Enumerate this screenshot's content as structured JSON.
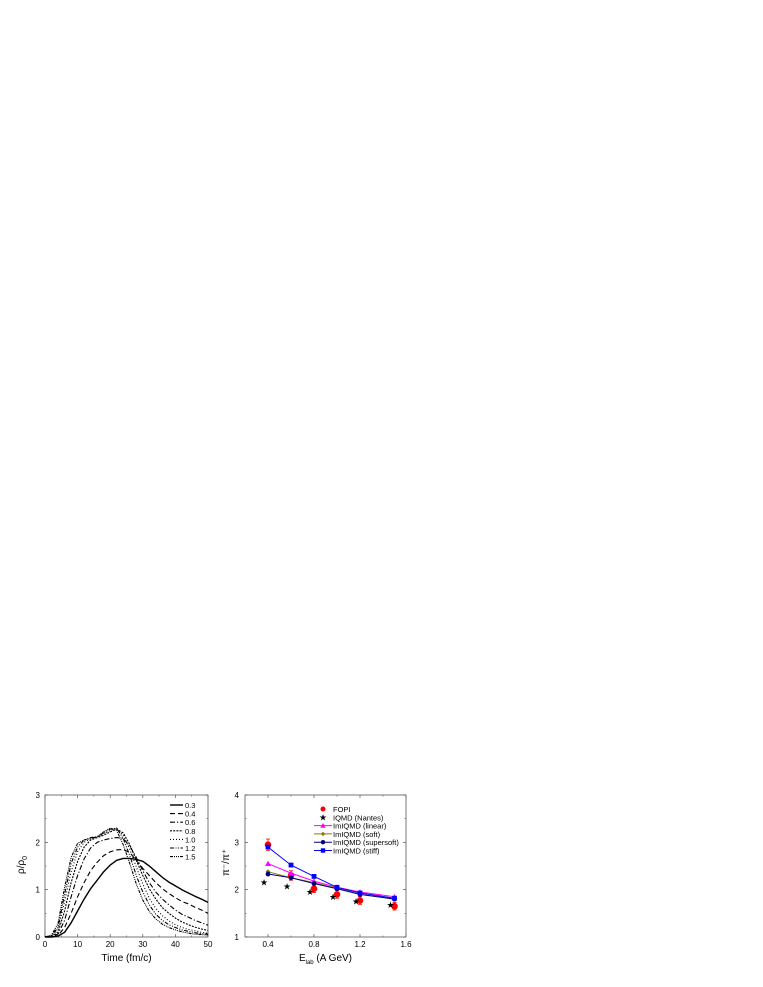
{
  "chart_data": [
    {
      "type": "line",
      "title": "",
      "xlabel": "Time (fm/c)",
      "ylabel": "ρ/ρ0",
      "xlim": [
        0,
        50
      ],
      "ylim": [
        0,
        3
      ],
      "xticks": [
        "0",
        "10",
        "20",
        "30",
        "40",
        "50"
      ],
      "yticks": [
        "0",
        "1",
        "2",
        "3"
      ],
      "grid": false,
      "legend_position": "upper right",
      "x": [
        0,
        2,
        4,
        6,
        8,
        10,
        12,
        14,
        16,
        18,
        20,
        22,
        24,
        26,
        28,
        30,
        32,
        34,
        36,
        38,
        40,
        42,
        44,
        46,
        48,
        50
      ],
      "series": [
        {
          "name": "0.3",
          "style": "solid",
          "values": [
            0,
            0,
            0.02,
            0.1,
            0.3,
            0.55,
            0.8,
            1.02,
            1.2,
            1.38,
            1.52,
            1.62,
            1.66,
            1.66,
            1.64,
            1.6,
            1.5,
            1.38,
            1.26,
            1.16,
            1.08,
            1.0,
            0.93,
            0.86,
            0.8,
            0.73
          ]
        },
        {
          "name": "0.4",
          "style": "dash",
          "values": [
            0,
            0,
            0.03,
            0.2,
            0.5,
            0.85,
            1.15,
            1.4,
            1.58,
            1.72,
            1.8,
            1.84,
            1.85,
            1.78,
            1.62,
            1.45,
            1.3,
            1.15,
            1.02,
            0.92,
            0.83,
            0.75,
            0.7,
            0.63,
            0.57,
            0.5
          ]
        },
        {
          "name": "0.6",
          "style": "dash-dot",
          "values": [
            0,
            0.01,
            0.06,
            0.35,
            0.85,
            1.3,
            1.65,
            1.88,
            2.0,
            2.05,
            2.08,
            2.1,
            2.08,
            1.92,
            1.68,
            1.4,
            1.15,
            0.95,
            0.8,
            0.68,
            0.57,
            0.48,
            0.42,
            0.35,
            0.3,
            0.25
          ]
        },
        {
          "name": "0.8",
          "style": "short-dash",
          "values": [
            0,
            0.01,
            0.1,
            0.55,
            1.15,
            1.6,
            1.9,
            2.05,
            2.1,
            2.15,
            2.22,
            2.28,
            2.2,
            1.95,
            1.62,
            1.3,
            1.02,
            0.8,
            0.62,
            0.5,
            0.4,
            0.32,
            0.26,
            0.21,
            0.17,
            0.14
          ]
        },
        {
          "name": "1.0",
          "style": "dotted",
          "values": [
            0,
            0.02,
            0.15,
            0.75,
            1.38,
            1.8,
            2.0,
            2.08,
            2.12,
            2.18,
            2.25,
            2.3,
            2.15,
            1.85,
            1.48,
            1.12,
            0.82,
            0.6,
            0.45,
            0.34,
            0.26,
            0.2,
            0.16,
            0.13,
            0.1,
            0.08
          ]
        },
        {
          "name": "1.2",
          "style": "dash-dot-dot",
          "values": [
            0,
            0.03,
            0.2,
            0.9,
            1.55,
            1.9,
            2.05,
            2.1,
            2.12,
            2.2,
            2.28,
            2.3,
            2.08,
            1.72,
            1.3,
            0.95,
            0.68,
            0.48,
            0.35,
            0.26,
            0.2,
            0.15,
            0.12,
            0.09,
            0.07,
            0.06
          ]
        },
        {
          "name": "1.5",
          "style": "dash-dot-dot-dot",
          "values": [
            0,
            0.04,
            0.28,
            1.05,
            1.68,
            1.98,
            2.05,
            2.08,
            2.12,
            2.22,
            2.3,
            2.25,
            1.95,
            1.55,
            1.12,
            0.78,
            0.54,
            0.38,
            0.27,
            0.2,
            0.15,
            0.11,
            0.08,
            0.06,
            0.05,
            0.04
          ]
        }
      ]
    },
    {
      "type": "line",
      "title": "",
      "xlabel": "E_lab (A GeV)",
      "ylabel": "π⁻/π⁺",
      "xlim": [
        0.2,
        1.6
      ],
      "ylim": [
        1,
        4
      ],
      "xticks": [
        "0.4",
        "0.8",
        "1.2",
        "1.6"
      ],
      "yticks": [
        "1",
        "2",
        "3",
        "4"
      ],
      "grid": false,
      "legend_position": "upper right",
      "x": [
        0.4,
        0.6,
        0.8,
        1.0,
        1.2,
        1.5
      ],
      "series": [
        {
          "name": "FOPI",
          "marker": "circle",
          "line": false,
          "color": "#ff0000",
          "values": [
            2.95,
            2.3,
            2.02,
            1.9,
            1.77,
            1.65
          ],
          "errors": [
            0.12,
            0.1,
            0.08,
            0.08,
            0.08,
            0.08
          ]
        },
        {
          "name": "IQMD (Nantes)",
          "marker": "star",
          "line": false,
          "color": "#000000",
          "values": [
            2.15,
            2.07,
            1.95,
            1.85,
            1.75,
            1.68
          ]
        },
        {
          "name": "ImIQMD (linear)",
          "marker": "triangle",
          "line": true,
          "color": "#ff00ff",
          "values": [
            2.55,
            2.35,
            2.18,
            2.05,
            1.95,
            1.85
          ]
        },
        {
          "name": "ImIQMD (soft)",
          "marker": "diamond",
          "line": true,
          "color": "#808000",
          "values": [
            2.38,
            2.25,
            2.15,
            2.03,
            1.9,
            1.8
          ]
        },
        {
          "name": "ImIQMD (supersoft)",
          "marker": "circle",
          "line": true,
          "color": "#000080",
          "values": [
            2.33,
            2.25,
            2.13,
            2.02,
            1.9,
            1.8
          ]
        },
        {
          "name": "ImIQMD (stiff)",
          "marker": "square",
          "line": true,
          "color": "#0000ff",
          "values": [
            2.9,
            2.52,
            2.28,
            2.05,
            1.93,
            1.82
          ]
        }
      ]
    }
  ],
  "left_plot": {
    "xlabel": "Time (fm/c)",
    "ylabel_main": "ρ/ρ",
    "ylabel_sub": "0",
    "xticks": [
      "0",
      "10",
      "20",
      "30",
      "40",
      "50"
    ],
    "yticks": [
      "0",
      "1",
      "2",
      "3"
    ],
    "legend": [
      "0.3",
      "0.4",
      "0.6",
      "0.8",
      "1.0",
      "1.2",
      "1.5"
    ]
  },
  "right_plot": {
    "xlabel_main": "E",
    "xlabel_sub": "lab",
    "xlabel_rest": " (A GeV)",
    "ylabel": "π⁻/π⁺",
    "xticks": [
      "0.4",
      "0.8",
      "1.2",
      "1.6"
    ],
    "yticks": [
      "1",
      "2",
      "3",
      "4"
    ],
    "legend": [
      "FOPI",
      "IQMD (Nantes)",
      "ImIQMD (linear)",
      "ImIQMD (soft)",
      "ImIQMD (supersoft)",
      "ImIQMD (stiff)"
    ]
  }
}
